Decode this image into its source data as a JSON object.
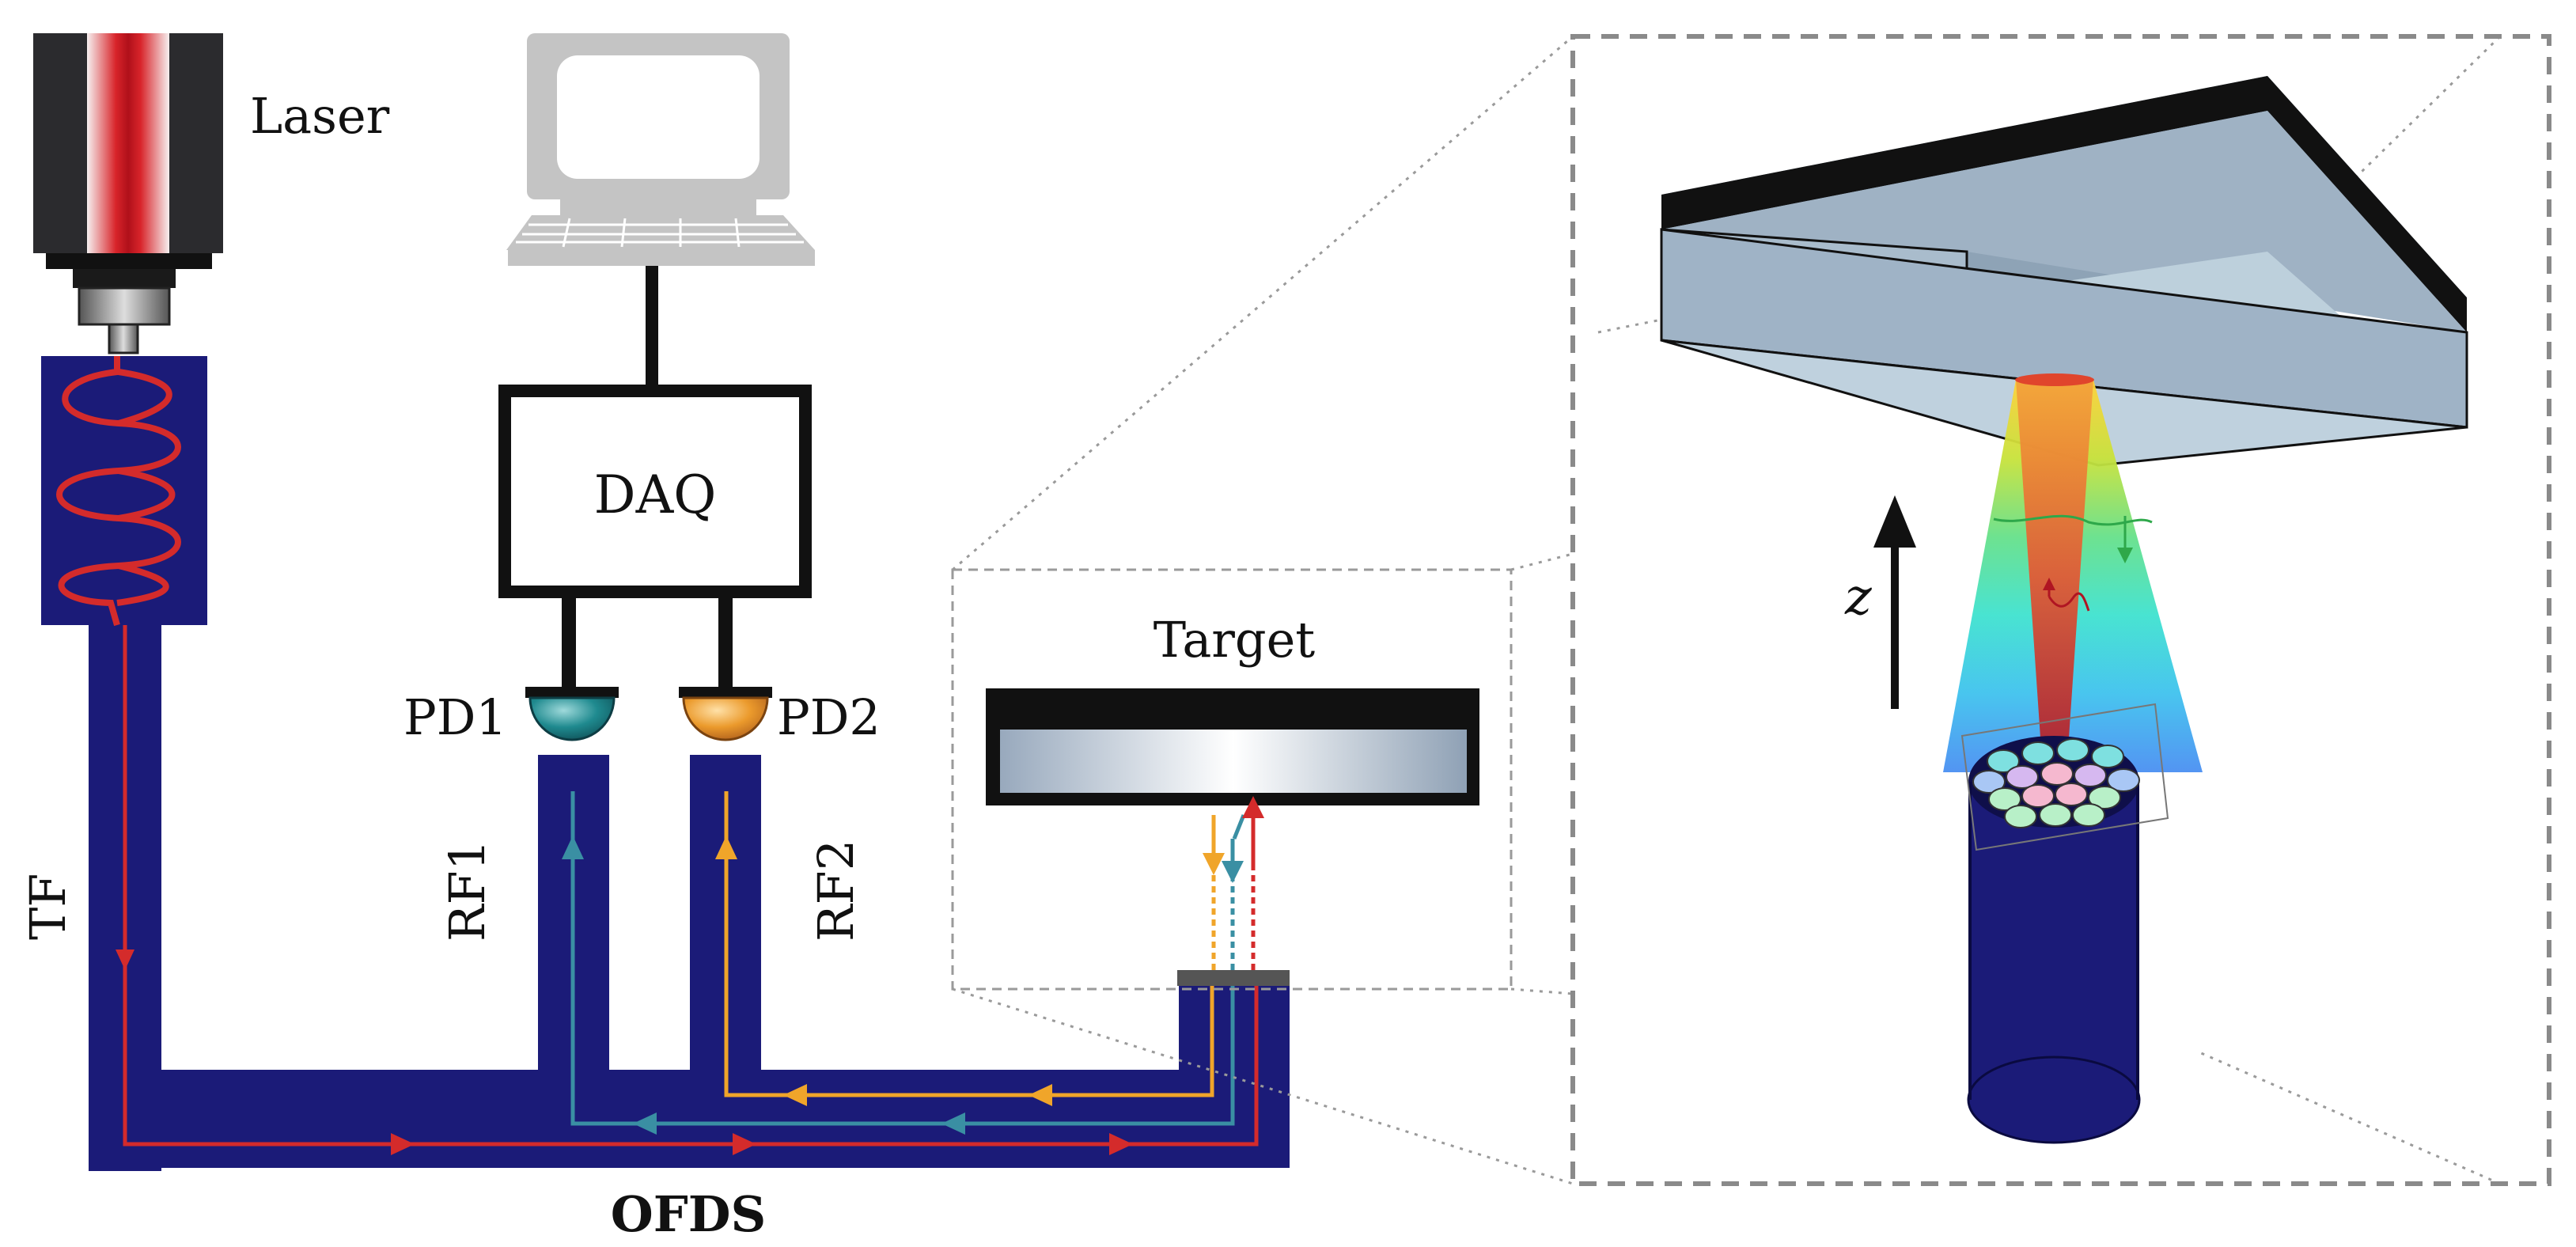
{
  "labels": {
    "laser": "Laser",
    "daq": "DAQ",
    "pd1": "PD1",
    "pd2": "PD2",
    "tf": "TF",
    "rf1": "RF1",
    "rf2": "RF2",
    "ofds": "OFDS",
    "target": "Target",
    "z_axis": "z"
  },
  "colors": {
    "fiber_navy": "#1b1b78",
    "light_red": "#d42b2b",
    "light_teal": "#3a8fa3",
    "light_orange": "#f0a52a",
    "pd1_color": "#1f8a8f",
    "pd2_color": "#e8952a",
    "dashed_border": "#8a8a8a",
    "monitor_gray": "#c4c4c4"
  },
  "icons": {
    "laser": "laser-source-icon",
    "computer": "computer-icon",
    "photodiode": "photodiode-icon",
    "fiber_bundle": "fiber-bundle-icon"
  }
}
